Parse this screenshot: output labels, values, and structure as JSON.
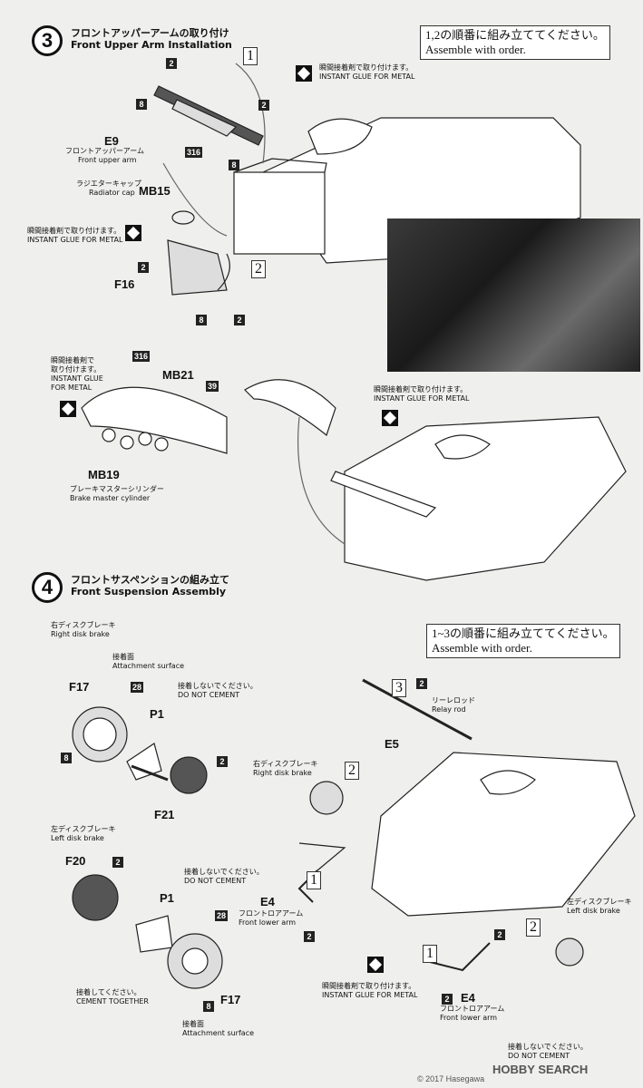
{
  "step3": {
    "number": "3",
    "title_jp": "フロントアッパーアームの取り付け",
    "title_en": "Front Upper Arm Installation",
    "order_jp": "1,2の順番に組み立ててください。",
    "order_en": "Assemble with order.",
    "glue_jp": "瞬間接着剤で取り付けます。",
    "glue_en": "INSTANT GLUE FOR METAL",
    "e9": "E9",
    "e9_jp": "フロントアッパーアーム",
    "e9_en": "Front upper arm",
    "cap_jp": "ラジエターキャップ",
    "cap_en": "Radiator cap",
    "mb15": "MB15",
    "glue2_jp": "瞬間接着剤で取り付けます。",
    "glue2_en": "INSTANT GLUE FOR METAL",
    "f16": "F16",
    "glue3_jp": "瞬間接着剤で取り付けます。",
    "glue3_l1": "瞬間接着剤で",
    "glue3_l2": "取り付けます。",
    "glue3_l3": "INSTANT GLUE",
    "glue3_l4": "FOR METAL",
    "mb21": "MB21",
    "mb19": "MB19",
    "mb19_jp": "ブレーキマスターシリンダー",
    "mb19_en": "Brake master cylinder",
    "glue4_jp": "瞬間接着剤で取り付けます。",
    "glue4_en": "INSTANT GLUE FOR METAL",
    "seq1": "1",
    "seq2": "2",
    "badges": [
      "2",
      "8",
      "2",
      "8",
      "316",
      "2",
      "8",
      "2",
      "316",
      "39"
    ]
  },
  "step4": {
    "number": "4",
    "title_jp": "フロントサスペンションの組み立て",
    "title_en": "Front Suspension Assembly",
    "order_jp": "1~3の順番に組み立ててください。",
    "order_en": "Assemble with order.",
    "right_brake_jp": "右ディスクブレーキ",
    "right_brake_en": "Right disk brake",
    "attach_jp": "接着面",
    "attach_en": "Attachment surface",
    "nocement_jp": "接着しないでください。",
    "nocement_en": "DO NOT CEMENT",
    "f17": "F17",
    "p1": "P1",
    "f21": "F21",
    "left_brake_jp": "左ディスクブレーキ",
    "left_brake_en": "Left disk brake",
    "f20": "F20",
    "p1b": "P1",
    "f17b": "F17",
    "cement_jp": "接着してください。",
    "cement_en": "CEMENT TOGETHER",
    "attach2_jp": "接着面",
    "attach2_en": "Attachment surface",
    "nocement2_jp": "接着しないでください。",
    "nocement2_en": "DO NOT CEMENT",
    "relay_jp": "リーレロッド",
    "relay_en": "Relay rod",
    "e5": "E5",
    "rdb_jp": "右ディスクブレーキ",
    "rdb_en": "Right disk brake",
    "e4a": "E4",
    "e4a_jp": "フロントロアアーム",
    "e4a_en": "Front lower arm",
    "glue_jp": "瞬間接着剤で取り付けます。",
    "glue_en": "INSTANT GLUE FOR METAL",
    "e4b": "E4",
    "e4b_jp": "フロントロアアーム",
    "e4b_en": "Front lower arm",
    "ldb_jp": "左ディスクブレーキ",
    "ldb_en": "Left disk brake",
    "nocement3_jp": "接着しないでください。",
    "nocement3_en": "DO NOT CEMENT",
    "seq1": "1",
    "seq2": "2",
    "seq3": "3",
    "seq1b": "1",
    "seq2b": "2",
    "badges": [
      "28",
      "8",
      "2",
      "2",
      "28",
      "8",
      "2",
      "2",
      "2",
      "2"
    ]
  },
  "watermark": {
    "brand": "HOBBY SEARCH",
    "copyright": "© 2017 Hasegawa"
  }
}
